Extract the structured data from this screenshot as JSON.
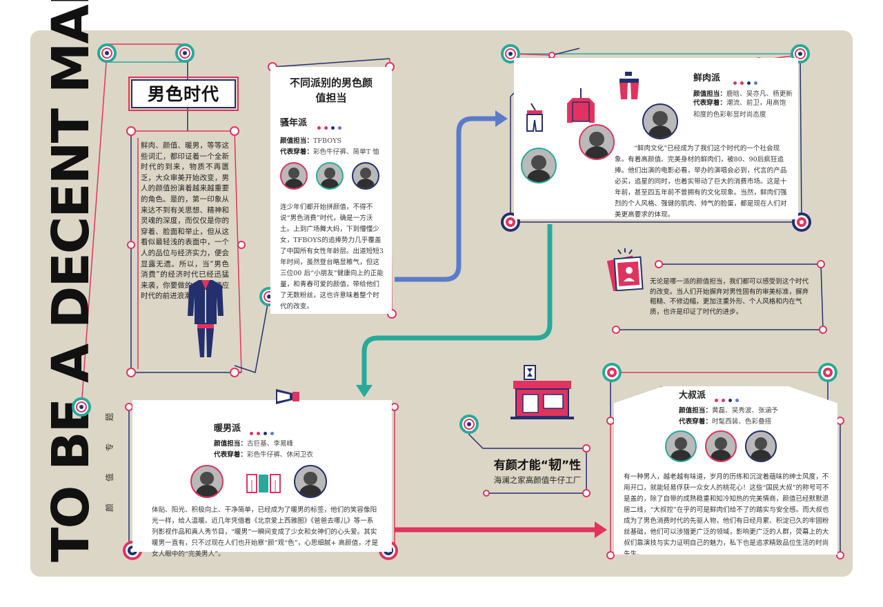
{
  "side": {
    "title": "TO BE A DECENT MAN",
    "subtitle": "颜 值 专 题"
  },
  "intro": {
    "title": "男色时代",
    "text": "鲜肉、颜值、暖男，等等这些词汇，都印证着一个全新时代的到来，物质不再匮乏，大众审美开始改变，男人的颜值扮演着越来越重要的角色。是的，第一印象从来达不到有关思想、精神和灵魂的深度，而仅仅是你的穿着、脸面和举止，但从这看似最轻浅的表面中，一个人的品位与经济实力，便会显露无遗。所以，当“男色消费”的经济时代已经迅猛来袭，你要做的，就是顺应时代的前进浪潮。"
  },
  "youth": {
    "heading": "不同派别的男色颜值担当",
    "name": "骚年派",
    "rep_label": "颜值担当：",
    "rep_value": "TFBOYS",
    "style_label": "代表穿着：",
    "style_value": "彩色牛仔裤、简单T 恤",
    "text": "连少年们都开始拼颜值，不得不说“男色消费”时代，确是一方沃土。上到广场舞大妈，下到懵懂少女，TFBOYS的追捧势力几乎覆盖了中国所有女性年龄层。出道短短3 年时间，虽然登台略显稚气，但这三位00 后“小朋友”健康向上的正能量，和青春可爱的颜值，带给他们了无数粉丝，这也许意味着整个时代的改变。"
  },
  "fresh": {
    "name": "鲜肉派",
    "rep_label": "颜值担当：",
    "rep_value": "鹿晗、吴亦凡、杨更新",
    "style_label": "代表穿着：",
    "style_value": "潮流、前卫，用高饱和度的色彩彰显时尚态度",
    "text": "“鲜肉文化”已经成为了我们这个时代的一个社会现象。有着高颜值、完美身材的鲜肉们，被80、90后疯狂追捧。他们出演的电影必看，举办的演唱会必到，代言的产品必买，追星的同时，也着实带动了巨大的消费市场。这是十年前，甚至四五年前不曾拥有的文化现象。当然，鲜肉们强烈的个人风格、强健的肌肉、帅气的脸蛋，都是现在人们对美更高要求的体现。"
  },
  "note": {
    "text": "无论是哪一派的颜值担当，我们都可以感受到这个时代的改变。当人们开始摒弃对男性固有的审美标准，摒弃粗糙、不修边幅，更加注重外形、个人风格和内在气质，也许是印证了时代的进步。"
  },
  "warm": {
    "name": "暖男派",
    "rep_label": "颜值担当：",
    "rep_value": "古巨基、李易峰",
    "style_label": "代表穿着：",
    "style_value": "彩色牛仔裤、休闲卫衣",
    "text": "体贴、阳光、积极向上、干净简单，已经成为了暖男的标签，他们的笑容像阳光一样，给人温暖。近几年凭借着《北京爱上西雅图》《爸爸去哪儿》等一系列影视作品和真人秀节目，“暖男”一瞬间变成了少女和女神们的心头爱。其实暖男一直有，只不过现在人们也开始察“颜”观“色”，心思细腻+ 高颜值，才是女人眼中的“完美男人”。"
  },
  "brand": {
    "title_pre": "有颜才能“",
    "title_em": "韧",
    "title_post": "”性",
    "subtitle": "海澜之家高颜值牛仔工厂"
  },
  "uncle": {
    "name": "大叔派",
    "rep_label": "颜值担当：",
    "rep_value": "黄磊、吴秀波、张涵予",
    "style_label": "代表穿着：",
    "style_value": "时髦西装、色彩叠搭",
    "text": "有一种男人，越老越有味道，岁月的历练和沉淀着蕴味的绅士风度，不用开口，就能轻易俘获一众女人的桃花心！这些“国民大叔”的称号可不是盖的，除了自带的成熟稳重和知冷知热的完美情商，颜值已经默默退居二线，“大叔控”在乎的可是鲜肉们给不了的踏实与安全感。而大叔也成为了男色消费时代的先驱人物，他们有日经月累、积淀已久的牢固粉丝基础，他们可以涉猎更广泛的领域，影响更广泛的人群，荧幕上的大叔们靠演技与实力证明自己的魅力，私下也是追求精致品位生活的时尚先生。"
  },
  "colors": {
    "pink": "#e0335f",
    "navy": "#23306d",
    "teal": "#28a99a",
    "blue": "#5b7bc9",
    "board": "#dcd6c6"
  }
}
